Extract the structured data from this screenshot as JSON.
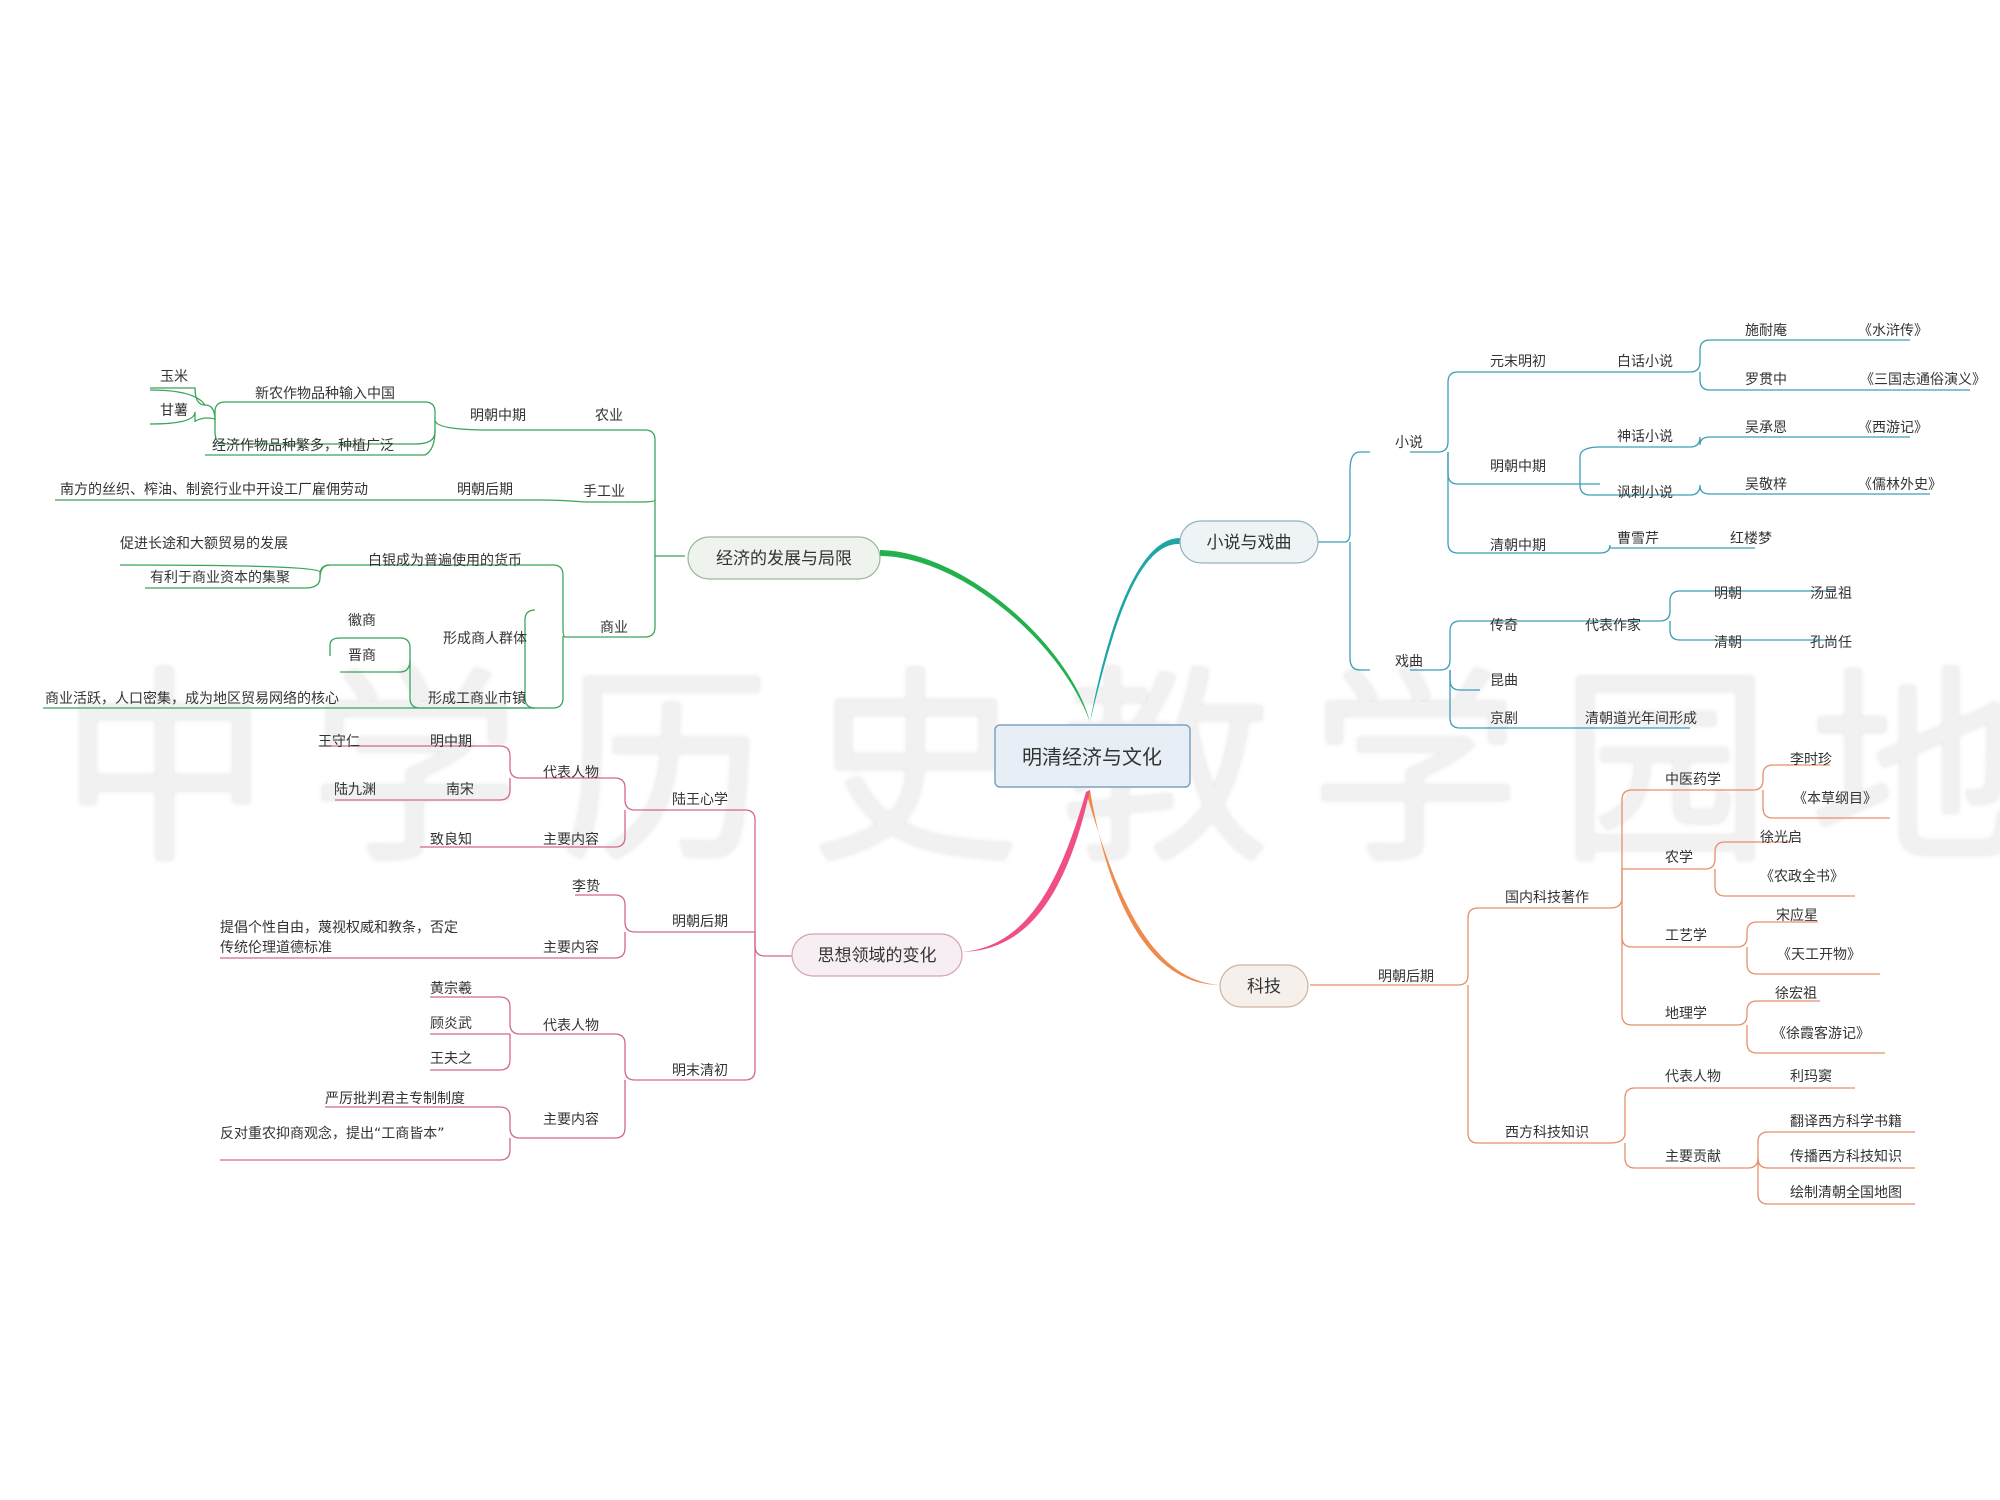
{
  "root": {
    "label": "明清经济与文化"
  },
  "watermark": "中学历史教学园地",
  "colors": {
    "economy": "#22b14c",
    "literature": "#1fa5a5",
    "science": "#ef8a4c",
    "thought": "#ef4f86",
    "leaf_economy": "#3aa55a",
    "leaf_literature": "#3d9db8",
    "leaf_science": "#e4906a",
    "leaf_thought": "#d2678c",
    "text": "#333333"
  },
  "economy": {
    "label": "经济的发展与局限",
    "agri": "农业",
    "agri_mid": "明朝中期",
    "new_crops": "新农作物品种输入中国",
    "corn": "玉米",
    "sweet_potato": "甘薯",
    "crops_many": "经济作物品种繁多，种植广泛",
    "handicraft": "手工业",
    "hand_late": "明朝后期",
    "hand_desc": "南方的丝织、榨油、制瓷行业中开设工厂雇佣劳动",
    "commerce": "商业",
    "silver": "白银成为普遍使用的货币",
    "silver_a": "促进长途和大额贸易的发展",
    "silver_b": "有利于商业资本的集聚",
    "merchant_groups": "形成商人群体",
    "huishang": "徽商",
    "jinshang": "晋商",
    "towns": "形成工商业市镇",
    "towns_desc": "商业活跃，人口密集，成为地区贸易网络的核心"
  },
  "thought": {
    "label": "思想领域的变化",
    "luwang": "陆王心学",
    "rep": "代表人物",
    "ming_mid": "明中期",
    "wang": "王守仁",
    "song": "南宋",
    "lu": "陆九渊",
    "content": "主要内容",
    "zhiliangzhi": "致良知",
    "late_ming": "明朝后期",
    "lizhi": "李贽",
    "content2": "主要内容",
    "lizhi_line1": "提倡个性自由，蔑视权威和教条，否定",
    "lizhi_line2": "传统伦理道德标准",
    "late_qing": "明末清初",
    "rep2": "代表人物",
    "huang": "黄宗羲",
    "gu": "顾炎武",
    "wangfz": "王夫之",
    "content3": "主要内容",
    "c3a": "严厉批判君主专制制度",
    "c3b": "反对重农抑商观念，提出“工商皆本”"
  },
  "literature": {
    "label": "小说与戏曲",
    "novel": "小说",
    "yuan_ming": "元末明初",
    "vernacular": "白话小说",
    "shi": "施耐庵",
    "shuihu": "《水浒传》",
    "luo": "罗贯中",
    "sanguo": "《三国志通俗演义》",
    "ming_mid": "明朝中期",
    "myth": "神话小说",
    "wuce": "吴承恩",
    "xiyou": "《西游记》",
    "satire": "讽刺小说",
    "wujz": "吴敬梓",
    "rulin": "《儒林外史》",
    "qing_mid": "清朝中期",
    "cao": "曹雪芹",
    "hongloumeng": "红楼梦",
    "opera": "戏曲",
    "chuanqi": "传奇",
    "writers": "代表作家",
    "ming": "明朝",
    "tang": "汤显祖",
    "qing": "清朝",
    "kong": "孔尚任",
    "kunqu": "昆曲",
    "jingju": "京剧",
    "jingju_desc": "清朝道光年间形成"
  },
  "science": {
    "label": "科技",
    "late_ming": "明朝后期",
    "domestic": "国内科技著作",
    "med": "中医药学",
    "li": "李时珍",
    "bencao": "《本草纲目》",
    "agri": "农学",
    "xu": "徐光启",
    "nongzheng": "《农政全书》",
    "craft": "工艺学",
    "song": "宋应星",
    "tiangong": "《天工开物》",
    "geo": "地理学",
    "xuhz": "徐宏祖",
    "youji": "《徐霞客游记》",
    "western": "西方科技知识",
    "rep": "代表人物",
    "ricci": "利玛窦",
    "contrib": "主要贡献",
    "ca": "翻译西方科学书籍",
    "cb": "传播西方科技知识",
    "cc": "绘制清朝全国地图"
  }
}
